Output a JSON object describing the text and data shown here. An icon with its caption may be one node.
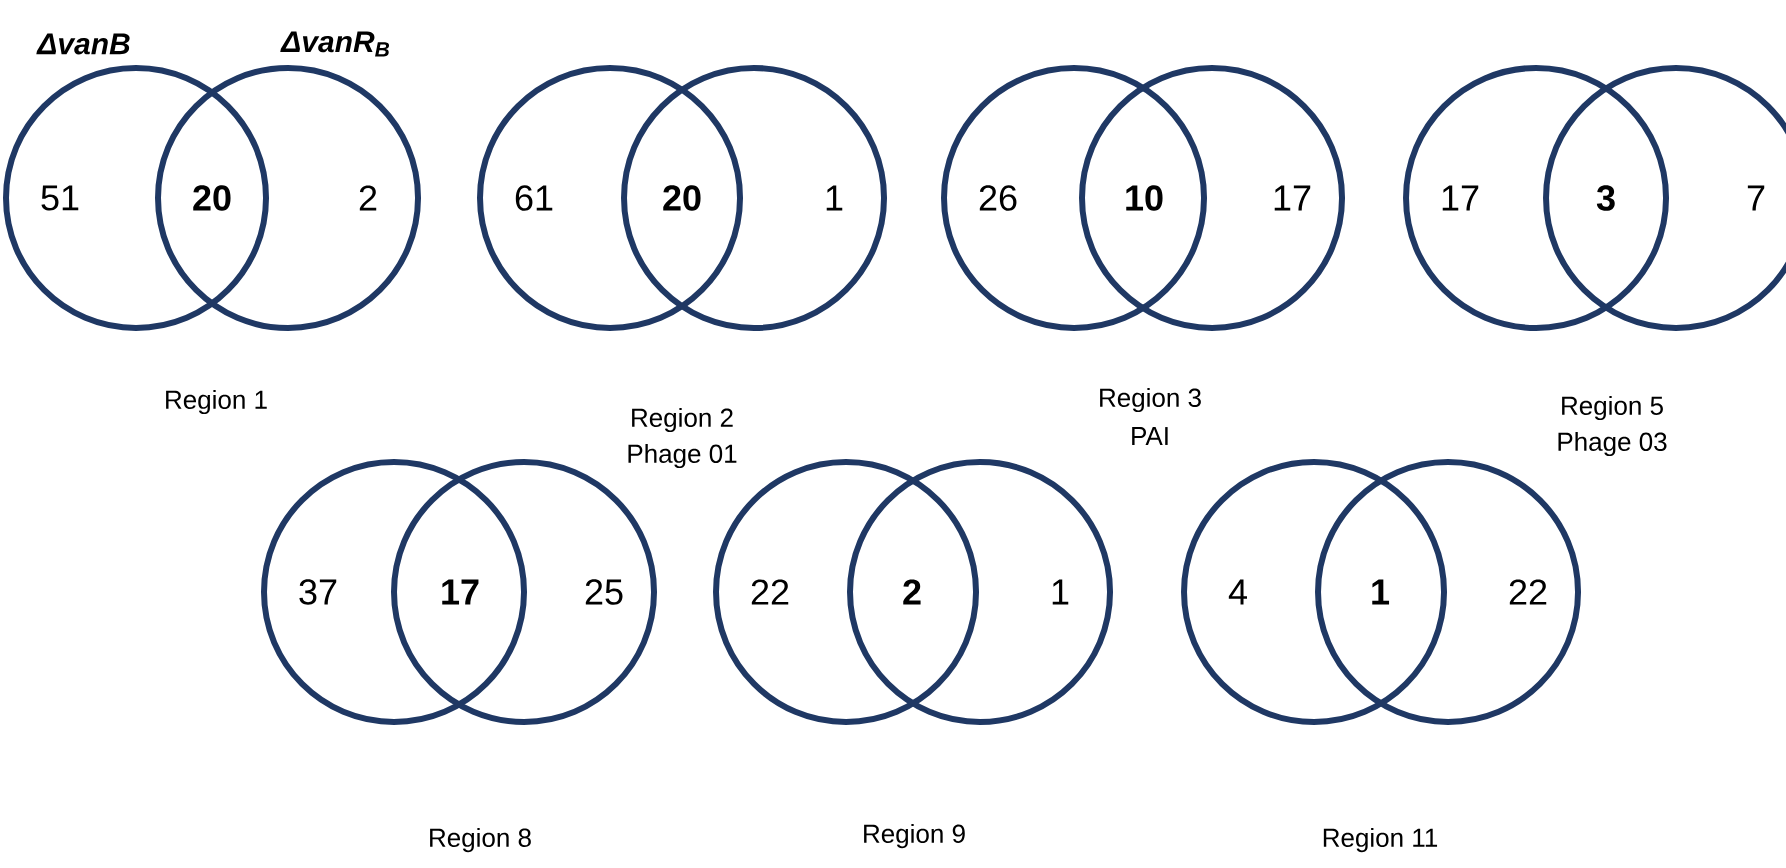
{
  "diagram": {
    "nodes": [
      {
        "text": [
          "51"
        ]
      },
      {
        "text": [
          "2"
        ]
      },
      {
        "text": [
          "61"
        ]
      },
      {
        "text": [
          "1"
        ]
      },
      {
        "text": [
          "26"
        ]
      },
      {
        "text": [
          "17"
        ]
      },
      {
        "text": [
          "17"
        ]
      },
      {
        "text": [
          "7"
        ]
      },
      {
        "text": [
          "37"
        ]
      },
      {
        "text": [
          "25"
        ]
      },
      {
        "text": [
          "22"
        ]
      },
      {
        "text": [
          "1"
        ]
      },
      {
        "text": [
          "4"
        ]
      },
      {
        "text": [
          "22"
        ]
      }
    ],
    "labels": [
      "ΔvanB",
      "ΔvanR$_{B}$",
      "20",
      "Region 1",
      "20",
      "Region 2",
      "Phage 01",
      "10",
      "Region 3",
      "PAI",
      "3",
      "Region 5",
      "Phage 03",
      "17",
      "Region 8",
      "2",
      "Region 9",
      "1",
      "Region 11"
    ]
  }
}
